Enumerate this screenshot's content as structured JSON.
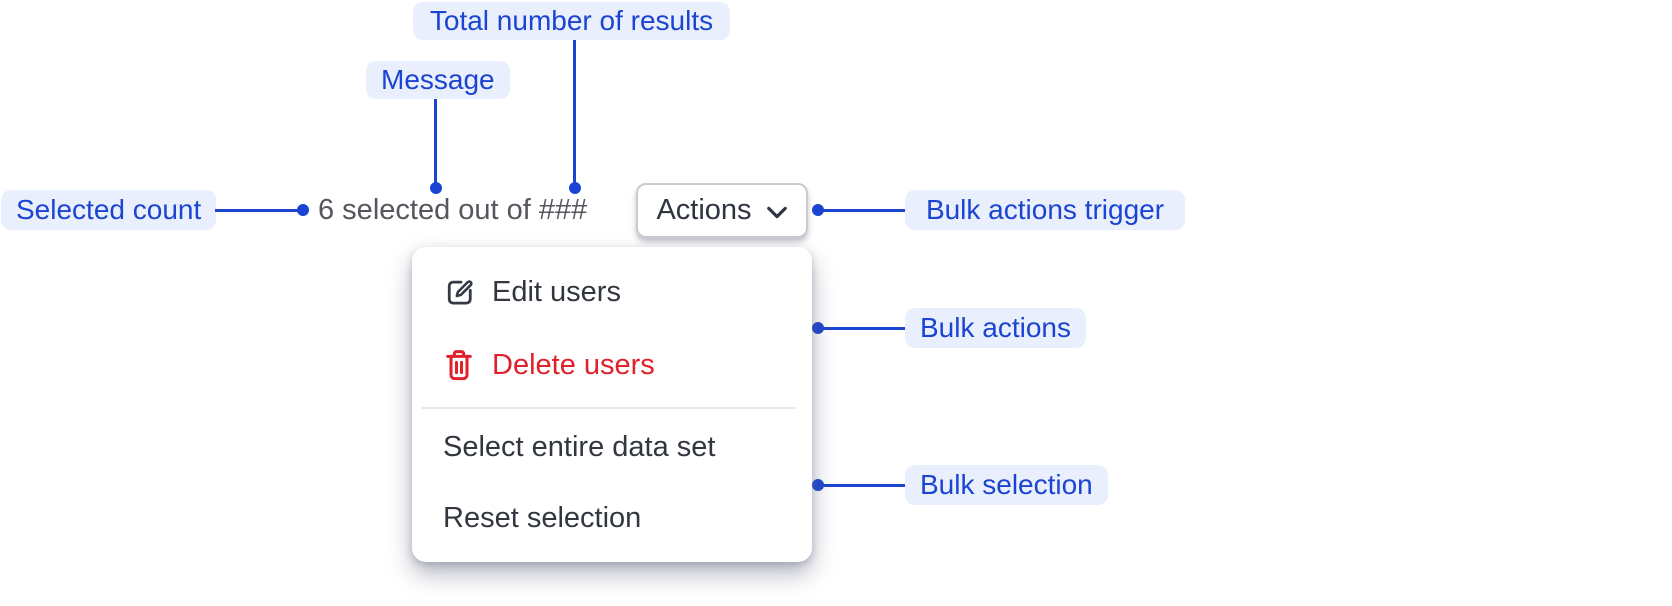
{
  "annotations": [
    {
      "id": "total-results",
      "label": "Total number of results"
    },
    {
      "id": "message",
      "label": "Message"
    },
    {
      "id": "selected-count",
      "label": "Selected count"
    },
    {
      "id": "bulk-actions-trigger",
      "label": "Bulk actions trigger"
    },
    {
      "id": "bulk-actions",
      "label": "Bulk actions"
    },
    {
      "id": "bulk-selection",
      "label": "Bulk selection"
    }
  ],
  "component": {
    "message": "6 selected out of ###",
    "trigger": {
      "label": "Actions",
      "icon": "chevron-down-icon"
    },
    "menu": {
      "items": [
        {
          "label": "Edit users",
          "icon": "edit-icon",
          "style": "default"
        },
        {
          "label": "Delete users",
          "icon": "trash-icon",
          "style": "danger"
        },
        {
          "divider": true
        },
        {
          "label": "Select entire data set",
          "style": "default"
        },
        {
          "label": "Reset selection",
          "style": "default"
        }
      ]
    }
  },
  "colors": {
    "annotation_text": "#1b44d2",
    "annotation_background": "#e9effd",
    "message_text": "#54575e",
    "menu_text": "#31363f",
    "danger_red": "#e0202a",
    "button_border": "#c7cbd2"
  }
}
